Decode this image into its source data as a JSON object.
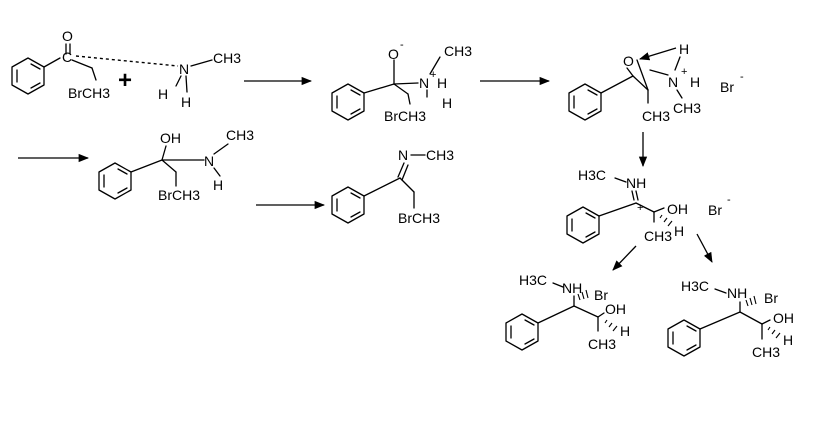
{
  "diagram": {
    "background": "#ffffff",
    "ink": "#000000",
    "atoms": {
      "O": "O",
      "OH": "OH",
      "N": "N",
      "NH": "NH",
      "H": "H",
      "H3C": "H3C",
      "CH3": "CH3",
      "Br": "Br",
      "BrCH3": "BrCH3",
      "Brminus": "Br",
      "plus": "+",
      "minus": "-"
    }
  }
}
